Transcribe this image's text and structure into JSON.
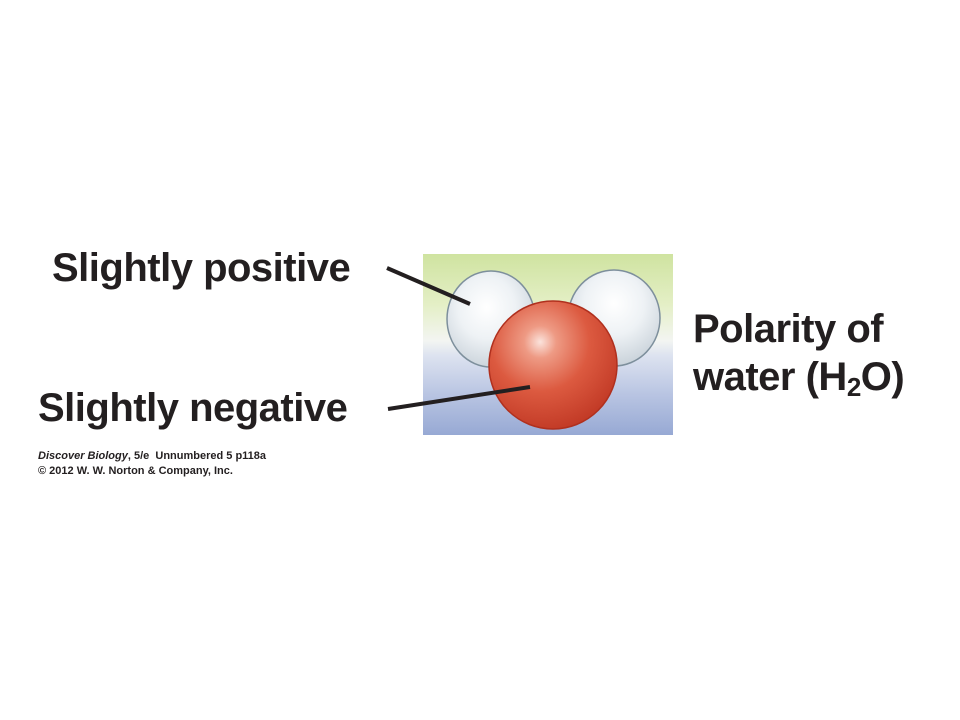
{
  "labels": {
    "positive": "Slightly positive",
    "negative": "Slightly negative"
  },
  "title": {
    "line1": "Polarity of",
    "line2_prefix": "water (H",
    "line2_subscript": "2",
    "line2_suffix": "O)"
  },
  "credit": {
    "book_title": "Discover Biology",
    "edition_figure": ", 5/e  Unnumbered 5 p118a",
    "copyright": "© 2012 W. W. Norton & Company, Inc."
  },
  "colors": {
    "positive_region": "#d4e6a6",
    "negative_region": "#9fb0d6",
    "hydrogen": "#e8eef2",
    "oxygen": "#d9503a",
    "text": "#231f20"
  }
}
